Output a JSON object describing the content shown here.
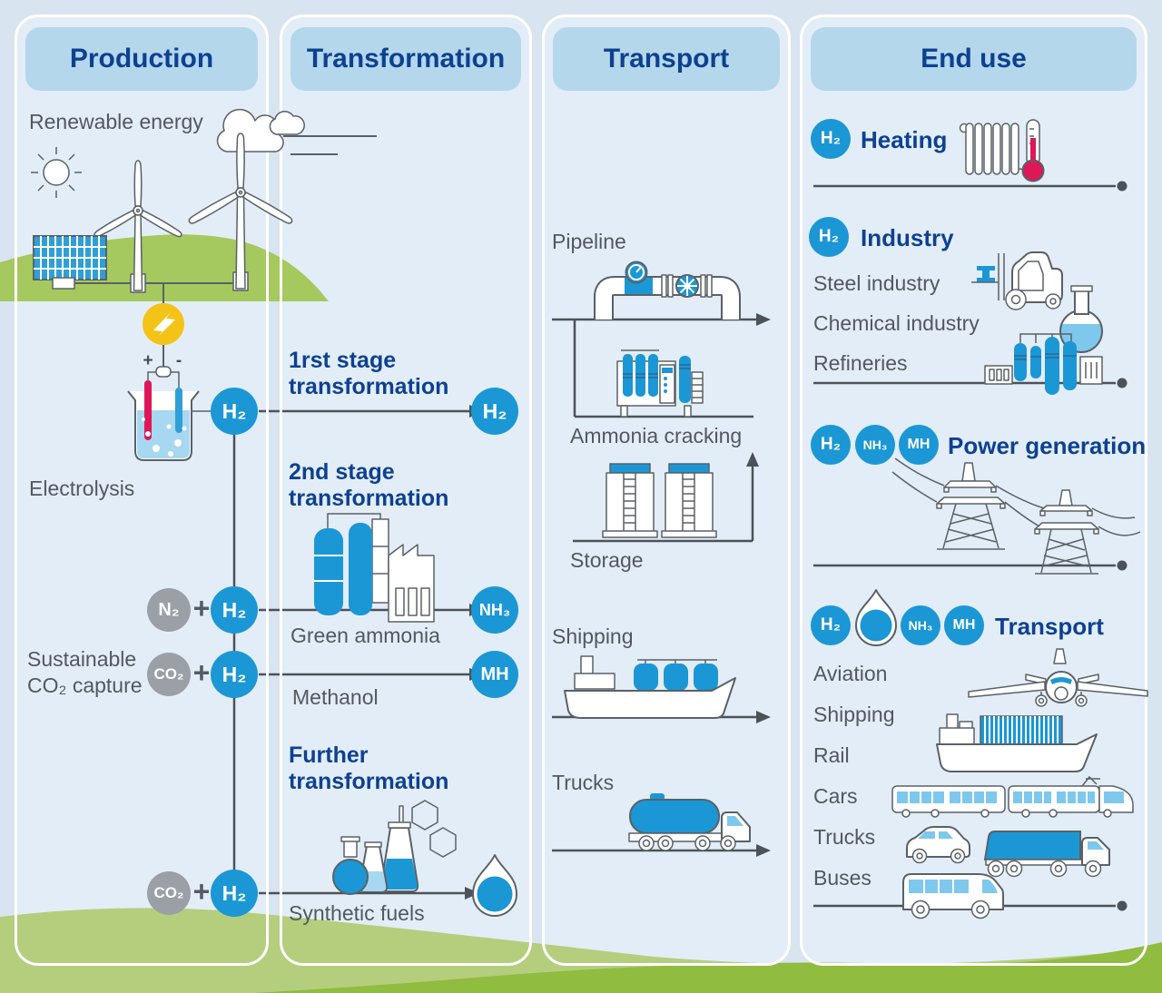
{
  "header": {
    "production": "Production",
    "transformation": "Transformation",
    "transport": "Transport",
    "end_use": "End use"
  },
  "molecules": {
    "h2": "H₂",
    "n2": "N₂",
    "co2": "CO₂",
    "nh3": "NH₃",
    "mh": "MH",
    "plus": "+"
  },
  "production": {
    "renewable_energy": "Renewable energy",
    "electrolysis": "Electrolysis",
    "sustainable_co2_capture": "Sustainable\nCO₂ capture",
    "electrode_plus": "+",
    "electrode_minus": "-"
  },
  "transformation": {
    "stage1_heading": "1rst stage\ntransformation",
    "stage2_heading": "2nd stage\ntransformation",
    "further_heading": "Further\ntransformation",
    "green_ammonia": "Green ammonia",
    "methanol": "Methanol",
    "synthetic_fuels": "Synthetic fuels"
  },
  "transport": {
    "pipeline": "Pipeline",
    "ammonia_cracking": "Ammonia cracking",
    "storage": "Storage",
    "shipping": "Shipping",
    "trucks": "Trucks"
  },
  "end_use": {
    "heating": "Heating",
    "industry": "Industry",
    "industry_items": [
      "Steel industry",
      "Chemical industry",
      "Refineries"
    ],
    "power_generation": "Power generation",
    "transport": "Transport",
    "transport_items": [
      "Aviation",
      "Shipping",
      "Rail",
      "Cars",
      "Trucks",
      "Buses"
    ]
  },
  "colors": {
    "brand_blue": "#1b97d5",
    "navy_text": "#0d4190",
    "label_gray": "#53585d",
    "molecule_gray": "#9aa0a5",
    "energy_yellow": "#f3c417",
    "thermo_red": "#dd1758",
    "hill_green": "#a5c95e",
    "hill_light_green": "#b4ce7d",
    "hill_dark_green": "#90bc40",
    "header_fill": "#b5d7ec",
    "column_fill": "#e3edf8",
    "page_bg": "#d8e4f0"
  }
}
